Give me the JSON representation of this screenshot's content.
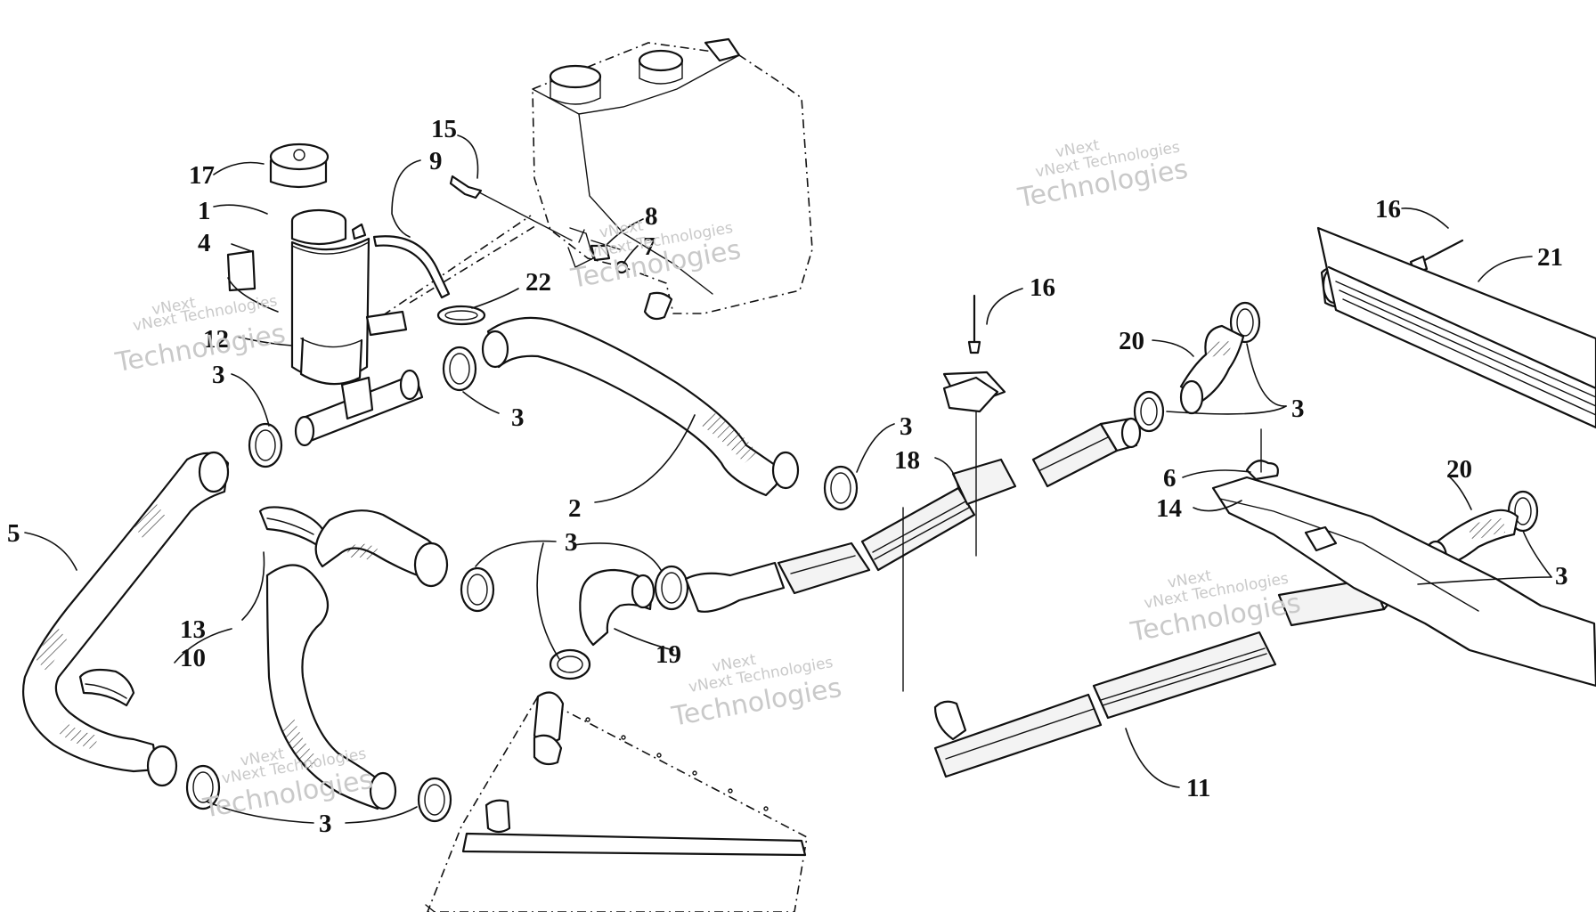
{
  "callouts": [
    {
      "id": "c17",
      "text": "17"
    },
    {
      "id": "c1",
      "text": "1"
    },
    {
      "id": "c4",
      "text": "4"
    },
    {
      "id": "c12",
      "text": "12"
    },
    {
      "id": "c3a",
      "text": "3"
    },
    {
      "id": "c15",
      "text": "15"
    },
    {
      "id": "c9",
      "text": "9"
    },
    {
      "id": "c8",
      "text": "8"
    },
    {
      "id": "c7",
      "text": "7"
    },
    {
      "id": "c22",
      "text": "22"
    },
    {
      "id": "c3b",
      "text": "3"
    },
    {
      "id": "c5",
      "text": "5"
    },
    {
      "id": "c2",
      "text": "2"
    },
    {
      "id": "c3c",
      "text": "3"
    },
    {
      "id": "c13",
      "text": "13"
    },
    {
      "id": "c10",
      "text": "10"
    },
    {
      "id": "c19",
      "text": "19"
    },
    {
      "id": "c3d",
      "text": "3"
    },
    {
      "id": "c3e",
      "text": "3"
    },
    {
      "id": "c18",
      "text": "18"
    },
    {
      "id": "c16a",
      "text": "16"
    },
    {
      "id": "c20a",
      "text": "20"
    },
    {
      "id": "c3f",
      "text": "3"
    },
    {
      "id": "c16b",
      "text": "16"
    },
    {
      "id": "c21",
      "text": "21"
    },
    {
      "id": "c6",
      "text": "6"
    },
    {
      "id": "c14",
      "text": "14"
    },
    {
      "id": "c20b",
      "text": "20"
    },
    {
      "id": "c3g",
      "text": "3"
    },
    {
      "id": "c11",
      "text": "11"
    }
  ],
  "watermark": {
    "small": "vNext Technologies",
    "large": "Technologies",
    "brand": "vNext"
  }
}
